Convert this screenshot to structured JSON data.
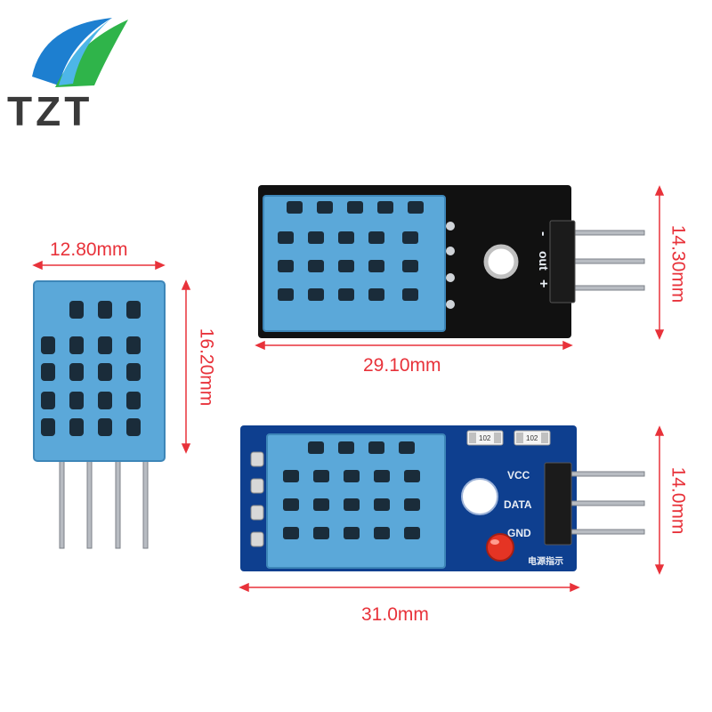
{
  "brand": {
    "name": "TZT",
    "colors": {
      "blue": "#1d7fd0",
      "green": "#2fb44a",
      "text": "#3a3a3a"
    }
  },
  "products": {
    "bare_sensor": {
      "width_label": "12.80mm",
      "height_label": "16.20mm"
    },
    "black_module": {
      "width_label": "29.10mm",
      "height_label": "14.30mm",
      "pin_labels": [
        "-",
        "out",
        "+"
      ]
    },
    "blue_module": {
      "width_label": "31.0mm",
      "height_label": "14.0mm",
      "pin_labels": [
        "VCC",
        "DATA",
        "GND"
      ],
      "resistor_labels": [
        "102",
        "102"
      ],
      "led_label": "电源指示"
    }
  },
  "colors": {
    "dimension": "#e8323a",
    "sensor_body": "#5ba8d9",
    "black_pcb": "#111111",
    "blue_pcb": "#0e3f8f"
  }
}
